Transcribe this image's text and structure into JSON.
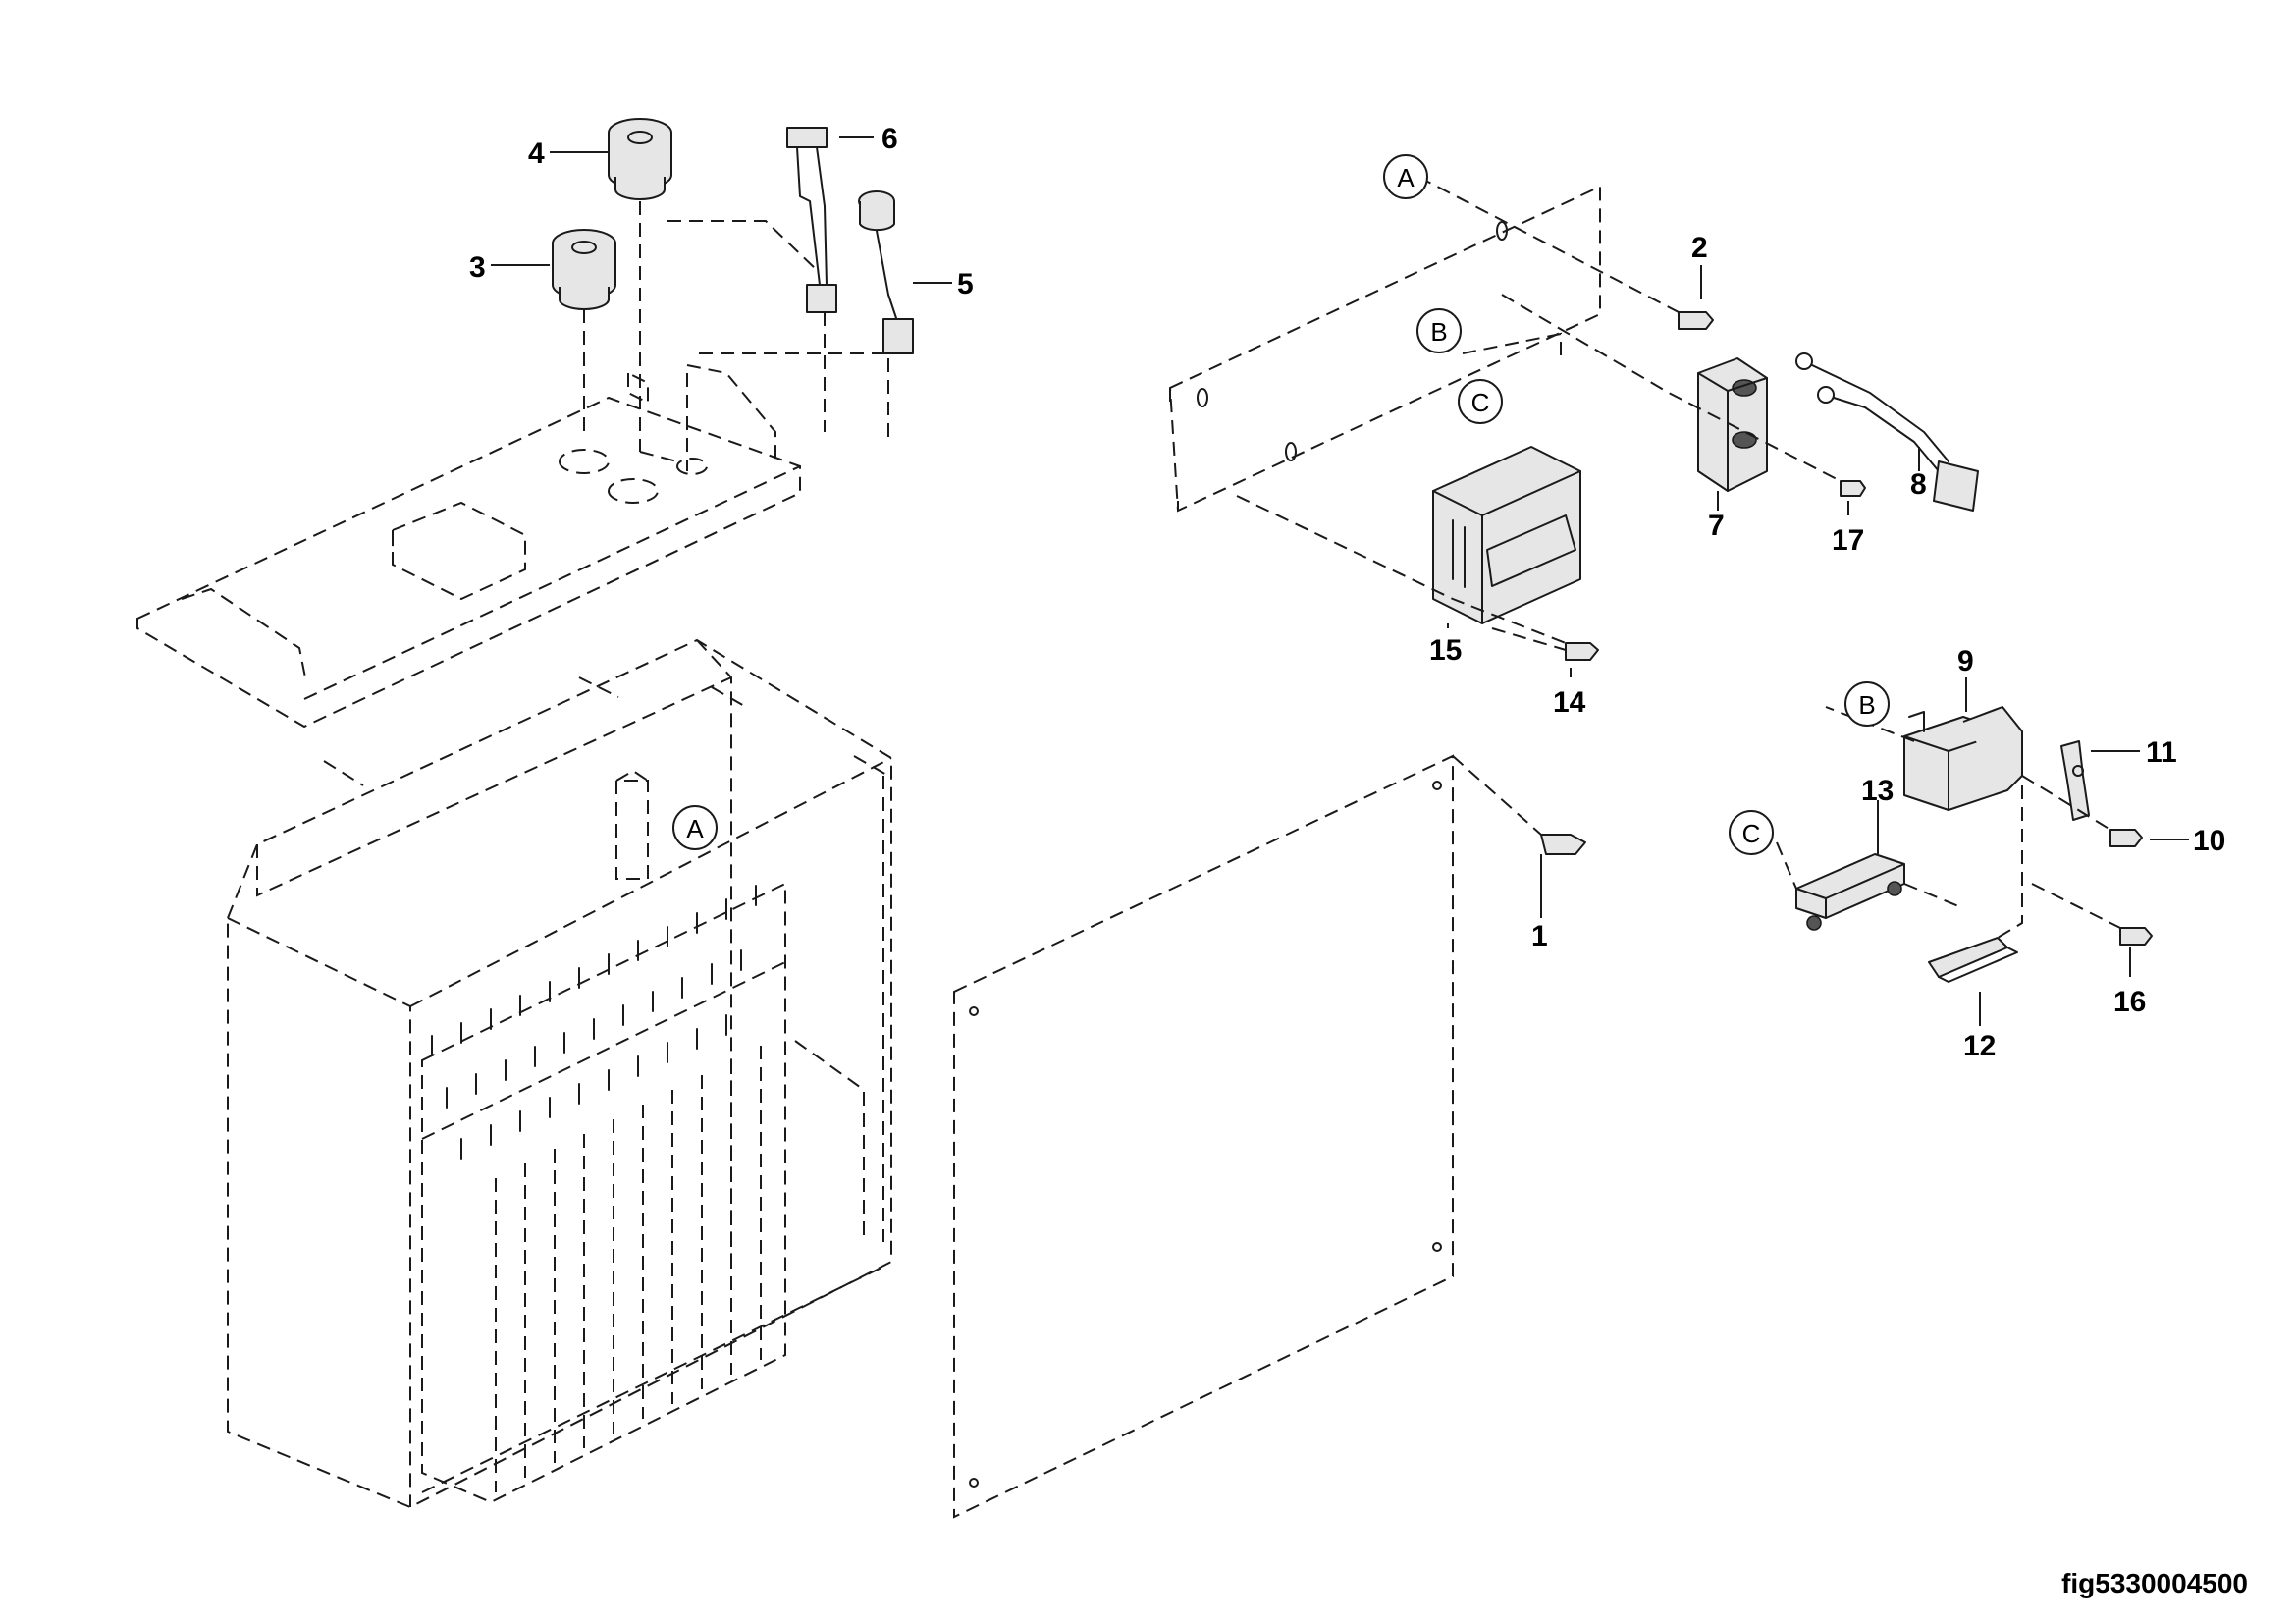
{
  "figure_id": "fig5330004500",
  "callouts": {
    "c1": "1",
    "c2": "2",
    "c3": "3",
    "c4": "4",
    "c5": "5",
    "c6": "6",
    "c7": "7",
    "c8": "8",
    "c9": "9",
    "c10": "10",
    "c11": "11",
    "c12": "12",
    "c13": "13",
    "c14": "14",
    "c15": "15",
    "c16": "16",
    "c17": "17"
  },
  "references": {
    "a_panel": "A",
    "a_box": "A",
    "b_panel": "B",
    "b_relay": "B",
    "c_panel": "C",
    "c_terminal": "C"
  }
}
